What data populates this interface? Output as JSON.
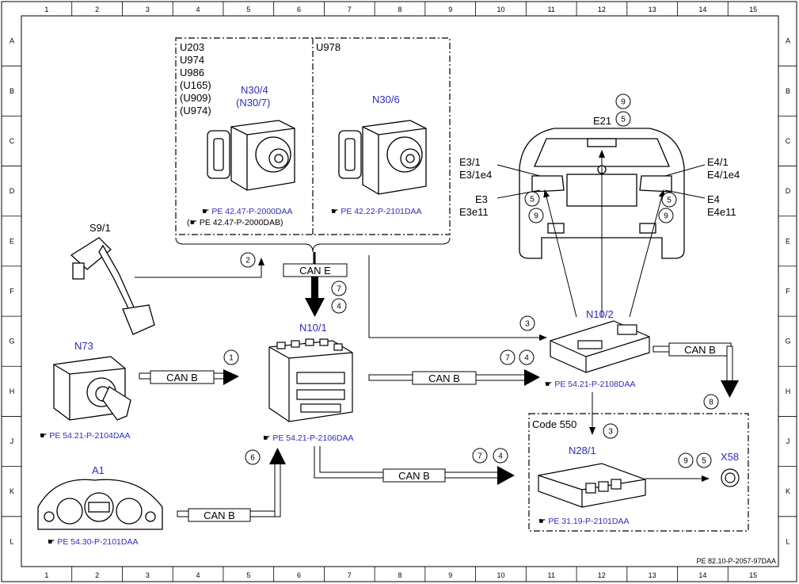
{
  "grid": {
    "columns": [
      "1",
      "2",
      "3",
      "4",
      "5",
      "6",
      "7",
      "8",
      "9",
      "10",
      "11",
      "12",
      "13",
      "14",
      "15"
    ],
    "rows": [
      "A",
      "B",
      "C",
      "D",
      "E",
      "F",
      "G",
      "H",
      "J",
      "K",
      "L"
    ]
  },
  "doc_ref": "PE 82.10-P-2057-97DAA",
  "abs_group": {
    "left_codes": [
      "U203",
      "U974",
      "U986",
      "(U165)",
      "(U909)",
      "(U974)"
    ],
    "left_component": [
      "N30/4",
      "(N30/7)"
    ],
    "left_refs": [
      "PE 42.47-P-2000DAA",
      "(",
      "PE 42.47-P-2000DAB)"
    ],
    "right_code": "U978",
    "right_component": "N30/6",
    "right_ref": "PE 42.22-P-2101DAA"
  },
  "components": {
    "s9_1": "S9/1",
    "n73": "N73",
    "n73_ref": "PE 54.21-P-2104DAA",
    "a1": "A1",
    "a1_ref": "PE 54.30-P-2101DAA",
    "n10_1": "N10/1",
    "n10_1_ref": "PE 54.21-P-2106DAA",
    "n10_2": "N10/2",
    "n10_2_ref": "PE 54.21-P-2108DAA",
    "code550": "Code 550",
    "n28_1": "N28/1",
    "n28_1_ref": "PE 31.19-P-2101DAA",
    "x58": "X58",
    "e21": "E21",
    "e3_1": "E3/1",
    "e3_1e4": "E3/1e4",
    "e3": "E3",
    "e3e11": "E3e11",
    "e4_1": "E4/1",
    "e4_1e4": "E4/1e4",
    "e4": "E4",
    "e4e11": "E4e11"
  },
  "buses": {
    "can_e": "CAN E",
    "can_b": "CAN B"
  },
  "markers": {
    "m1": "1",
    "m2": "2",
    "m3": "3",
    "m4": "4",
    "m5": "5",
    "m6": "6",
    "m7": "7",
    "m8": "8",
    "m9": "9"
  },
  "colors": {
    "component_label": "#2b2bd0",
    "line": "#000000"
  }
}
